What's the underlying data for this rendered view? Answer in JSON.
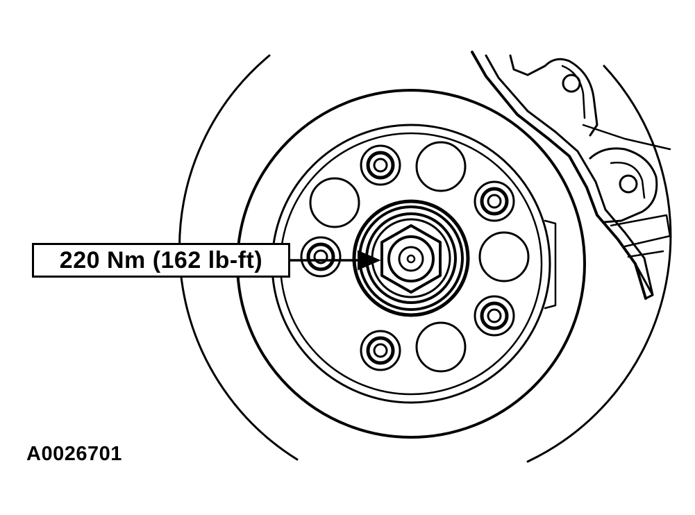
{
  "diagram": {
    "callout_label": "220 Nm (162 lb-ft)",
    "figure_id": "A0026701",
    "line_color": "#000000",
    "background_color": "#ffffff"
  },
  "parts": {
    "bolt_holes_filled": 5,
    "bolt_holes_empty": 4
  }
}
